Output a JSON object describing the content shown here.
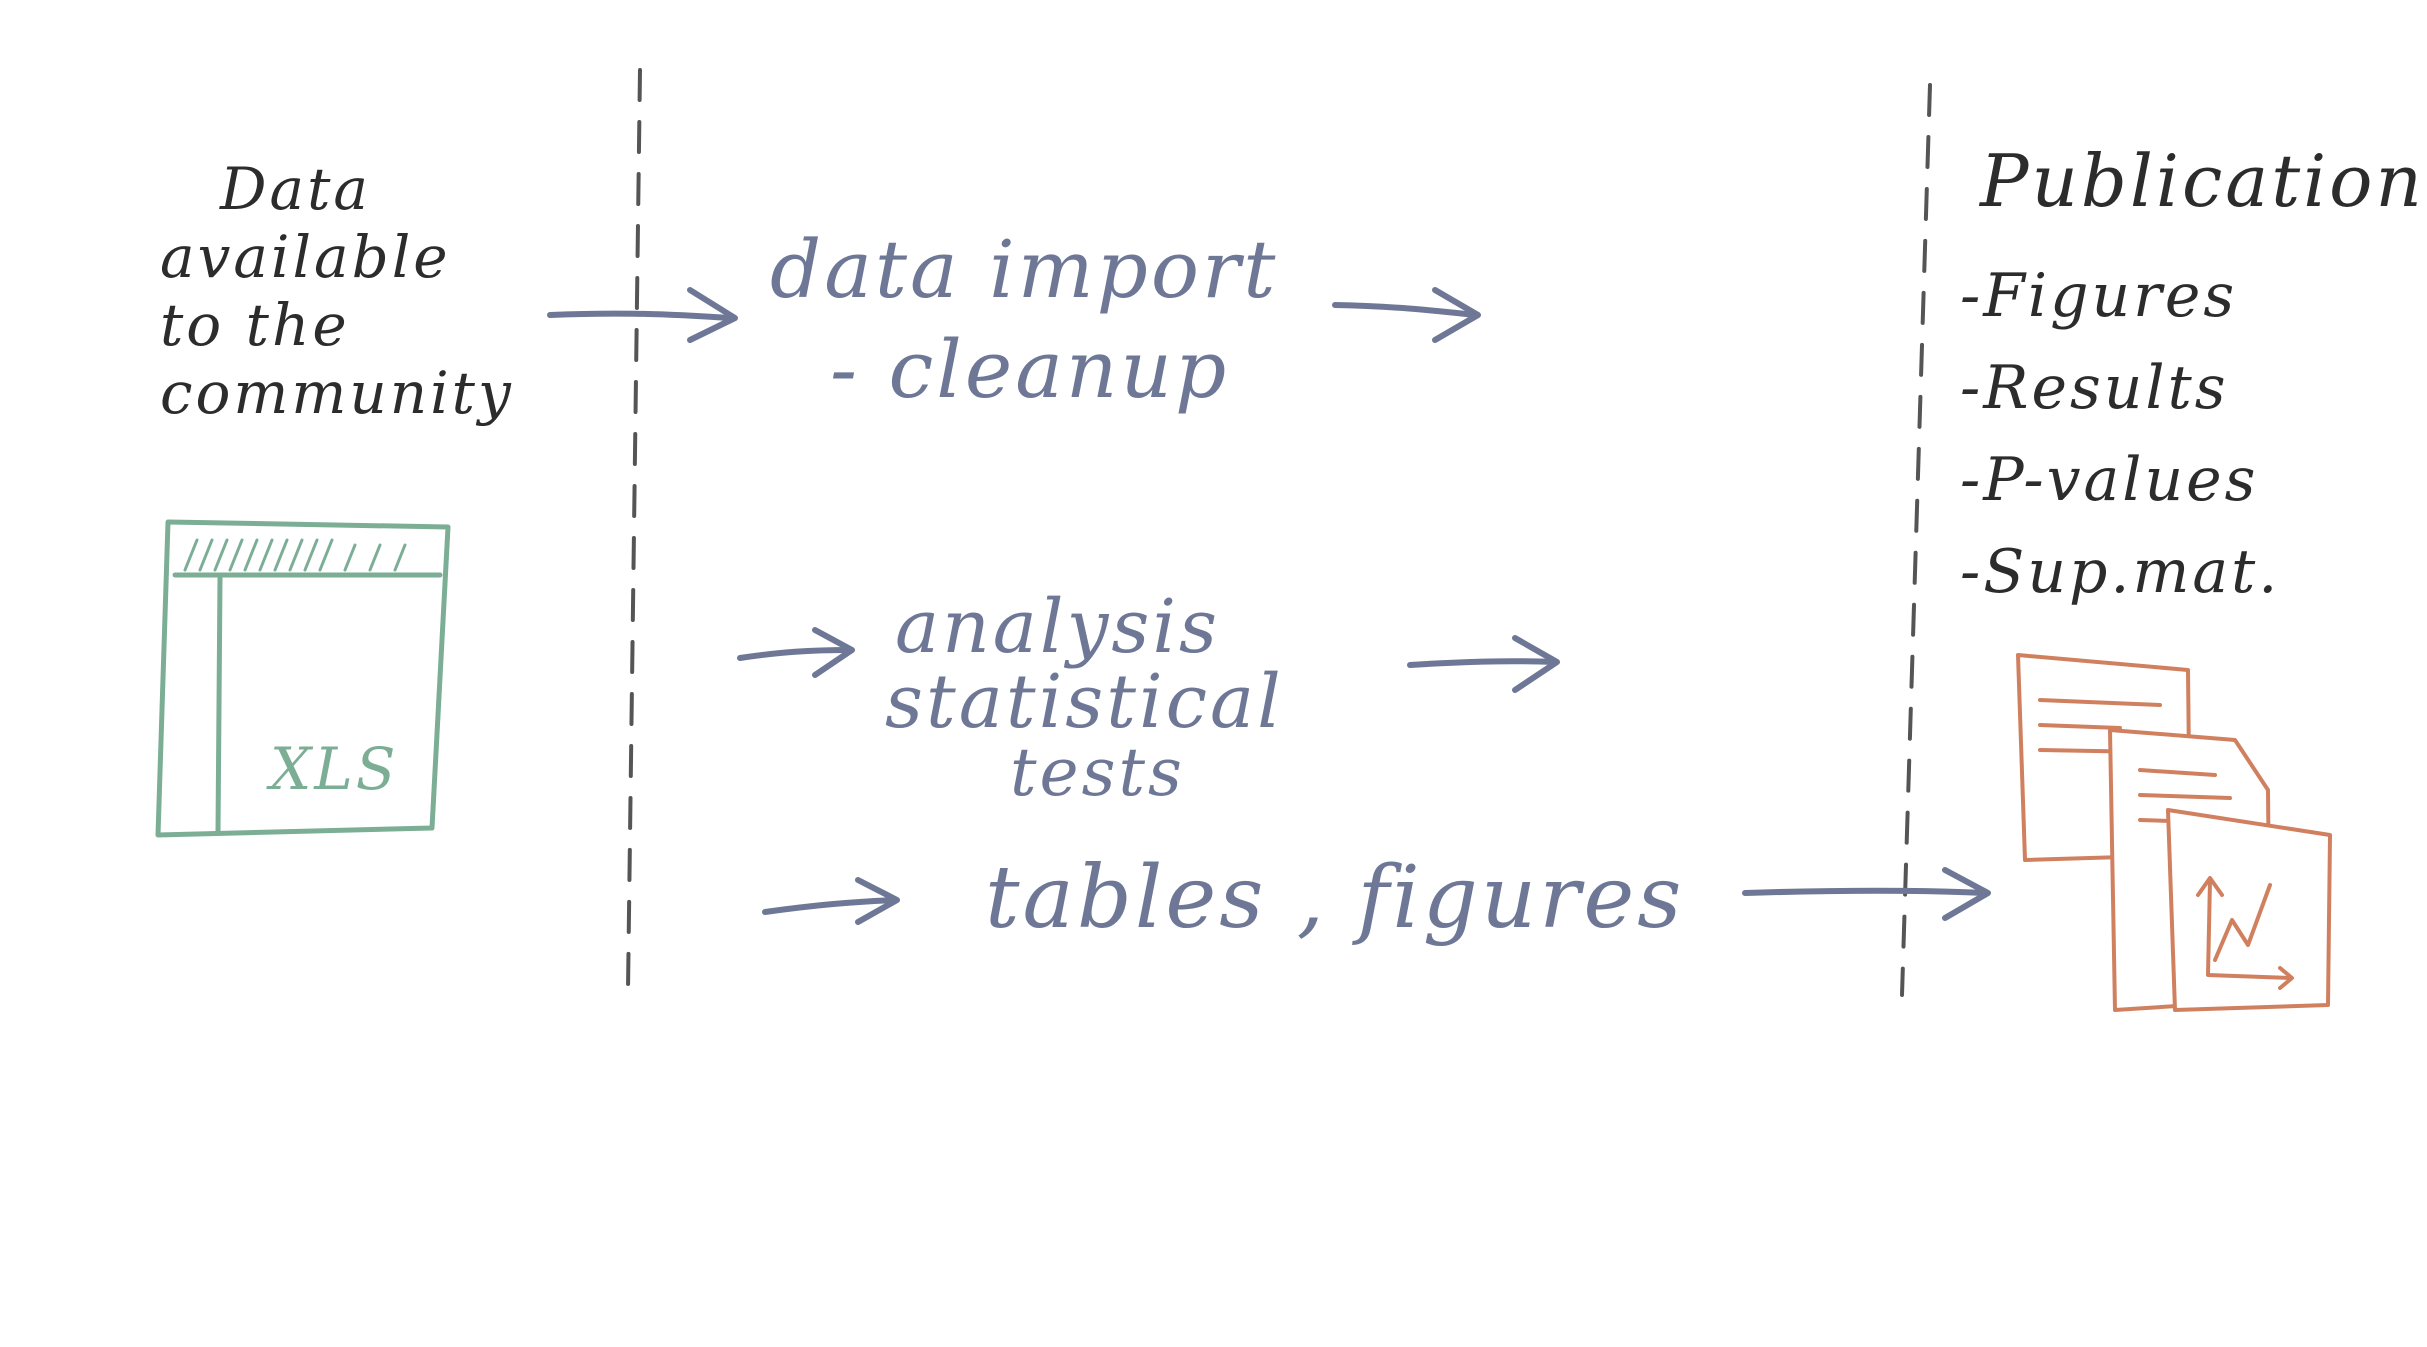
{
  "source": {
    "lines": [
      "Data",
      "available",
      "to the",
      "community"
    ],
    "spreadsheet_label": "XLS"
  },
  "pipeline": {
    "import_label": "data import",
    "cleanup_label": "- cleanup",
    "analysis_label": "analysis",
    "statistical_label": "statistical",
    "tests_label": "tests",
    "tables_label": "tables , figures"
  },
  "publication": {
    "title": "Publication",
    "items": [
      "-Figures",
      "-Results",
      "-P-values",
      "-Sup.mat."
    ]
  },
  "colors": {
    "ink": "#2c2c2c",
    "pipeline": "#6e7896",
    "spreadsheet": "#7cae96",
    "documents": "#d0805e",
    "divider": "#555555"
  }
}
